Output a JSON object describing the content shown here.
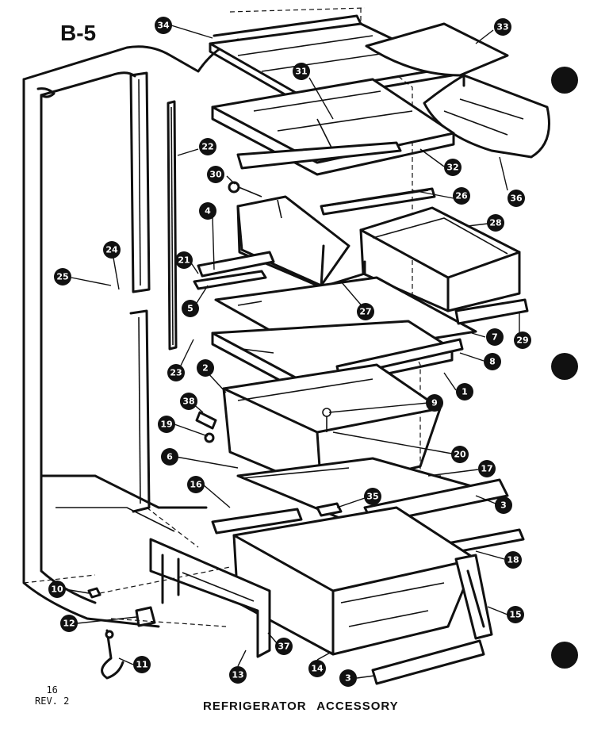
{
  "header": {
    "title": "B-5"
  },
  "footer": {
    "page_number": "16",
    "revision": "REV. 2",
    "caption": "REFRIGERATOR ACCESSORY"
  },
  "callouts": [
    "34",
    "33",
    "31",
    "32",
    "36",
    "22",
    "30",
    "26",
    "28",
    "4",
    "24",
    "25",
    "21",
    "5",
    "27",
    "7",
    "29",
    "8",
    "23",
    "2",
    "1",
    "9",
    "38",
    "20",
    "19",
    "6",
    "17",
    "16",
    "35",
    "3",
    "18",
    "10",
    "12",
    "37",
    "15",
    "11",
    "13",
    "14",
    "3"
  ],
  "colors": {
    "ink": "#111111",
    "paper": "#ffffff"
  }
}
